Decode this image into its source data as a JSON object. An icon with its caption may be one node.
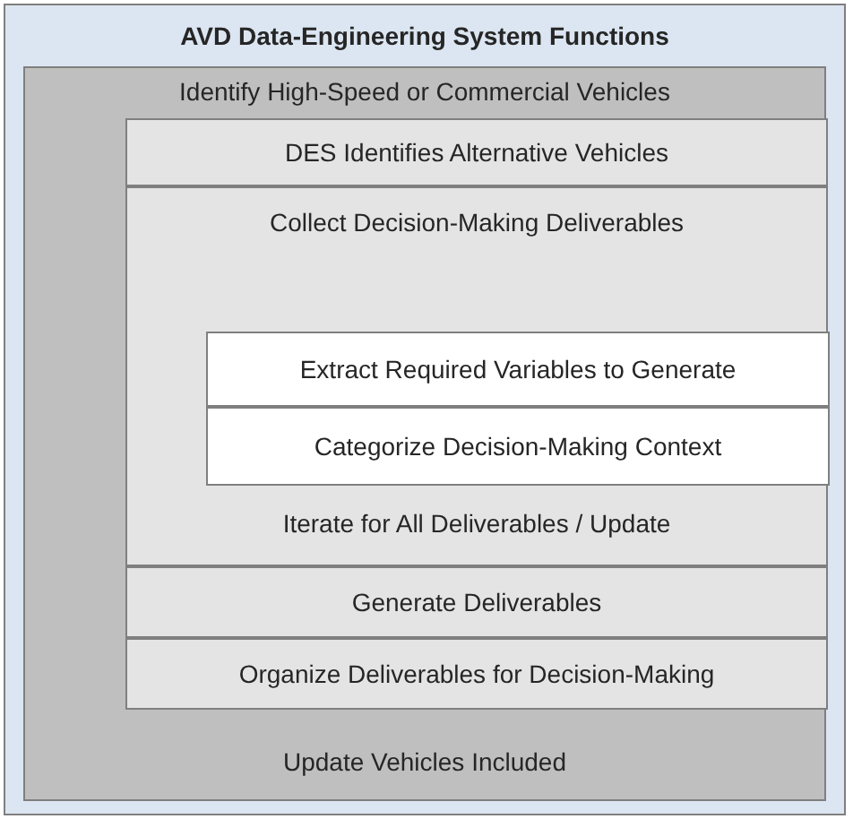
{
  "diagram": {
    "nodes": [
      {
        "text": [
          "AVD Data-Engineering System Functions"
        ]
      },
      {
        "text": [
          "Identify High-Speed or Commercial Vehicles",
          "Update Vehicles Included"
        ],
        "in": 0
      },
      {
        "text": [
          "DES Identifies Alternative Vehicles"
        ],
        "in": 1
      },
      {
        "text": [
          "Collect Decision-Making Deliverables",
          "Iterate for All Deliverables / Update"
        ],
        "in": 1
      },
      {
        "text": [
          "Extract Required Variables to Generate"
        ],
        "in": 3
      },
      {
        "text": [
          "Categorize Decision-Making Context"
        ],
        "in": 3
      },
      {
        "text": [
          "Generate Deliverables"
        ],
        "in": 1
      },
      {
        "text": [
          "Organize Deliverables for Decision-Making"
        ],
        "in": 1
      }
    ]
  }
}
